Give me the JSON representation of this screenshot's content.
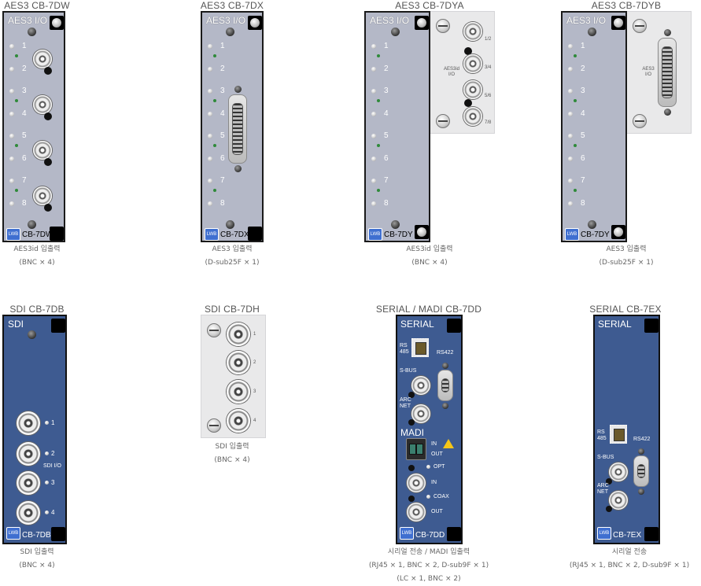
{
  "cards": [
    {
      "title": "AES3 CB-7DW",
      "panel_label": "AES3 I/O",
      "model": "CB-7DW",
      "cap1": "AES3id 입출력",
      "cap2": "(BNC × 4)"
    },
    {
      "title": "AES3 CB-7DX",
      "panel_label": "AES3 I/O",
      "model": "CB-7DX",
      "cap1": "AES3 입출력",
      "cap2": "(D-sub25F × 1)"
    },
    {
      "title": "AES3 CB-7DYA",
      "panel_label": "AES3 I/O",
      "model": "CB-7DY",
      "ext_label": "AES3id I/O",
      "ext_ports": [
        "1/2",
        "3/4",
        "5/6",
        "7/8"
      ],
      "cap1": "AES3id 입출력",
      "cap2": "(BNC × 4)"
    },
    {
      "title": "AES3 CB-7DYB",
      "panel_label": "AES3 I/O",
      "model": "CB-7DY",
      "ext_label": "AES3 I/O",
      "cap1": "AES3 입출력",
      "cap2": "(D-sub25F × 1)"
    },
    {
      "title": "SDI CB-7DB",
      "panel_label": "SDI",
      "model": "CB-7DB",
      "side_label": "SDI I/O",
      "cap1": "SDI 입출력",
      "cap2": "(BNC × 4)"
    },
    {
      "title": "SDI CB-7DH",
      "ports": [
        "1",
        "2",
        "3",
        "4"
      ],
      "cap1": "SDI 입출력",
      "cap2": "(BNC × 4)"
    },
    {
      "title": "SERIAL / MADI CB-7DD",
      "panel_label": "SERIAL",
      "model": "CB-7DD",
      "labels": {
        "rs485": "RS 485",
        "rs422": "RS422",
        "sbus": "S-BUS",
        "arcnet": "ARC NET",
        "madi": "MADI",
        "in": "IN",
        "out": "OUT",
        "opt": "OPT",
        "in2": "IN",
        "coax": "COAX",
        "out2": "OUT"
      },
      "cap1": "시리얼 전송 / MADI 입출력",
      "cap2": "(RJ45 × 1, BNC × 2, D-sub9F × 1)",
      "cap3": "(LC × 1, BNC × 2)"
    },
    {
      "title": "SERIAL CB-7EX",
      "panel_label": "SERIAL",
      "model": "CB-7EX",
      "labels": {
        "rs485": "RS 485",
        "rs422": "RS422",
        "sbus": "S-BUS",
        "arcnet": "ARC NET"
      },
      "cap1": "시리얼 전송",
      "cap2": "(RJ45 × 1, BNC × 2, D-sub9F × 1)"
    }
  ],
  "channel_numbers": [
    "1",
    "2",
    "3",
    "4",
    "5",
    "6",
    "7",
    "8"
  ],
  "sdi_numbers": [
    "1",
    "2",
    "3",
    "4"
  ],
  "brand_badge": "LWB",
  "colors": {
    "grey_panel": "#b4b8c7",
    "blue_panel": "#3e5b91",
    "light_panel": "#e9e9ea"
  }
}
